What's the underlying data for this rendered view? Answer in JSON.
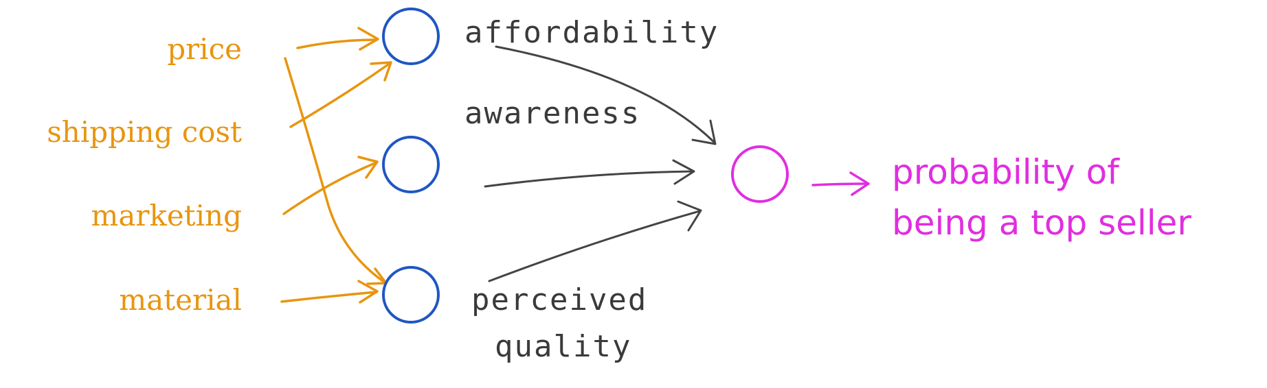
{
  "colors": {
    "input": "#E8950F",
    "hidden_node": "#1F56C2",
    "hidden_text": "#3A3A3A",
    "hidden_arrow": "#444444",
    "output": "#E02EE0"
  },
  "inputs": [
    "price",
    "shipping cost",
    "marketing",
    "material"
  ],
  "hidden_layer": {
    "affordability": "affordability",
    "awareness": "awareness",
    "perceived_1": "perceived",
    "perceived_2": "quality"
  },
  "output": {
    "line1": "probability of",
    "line2": "being a top seller"
  }
}
